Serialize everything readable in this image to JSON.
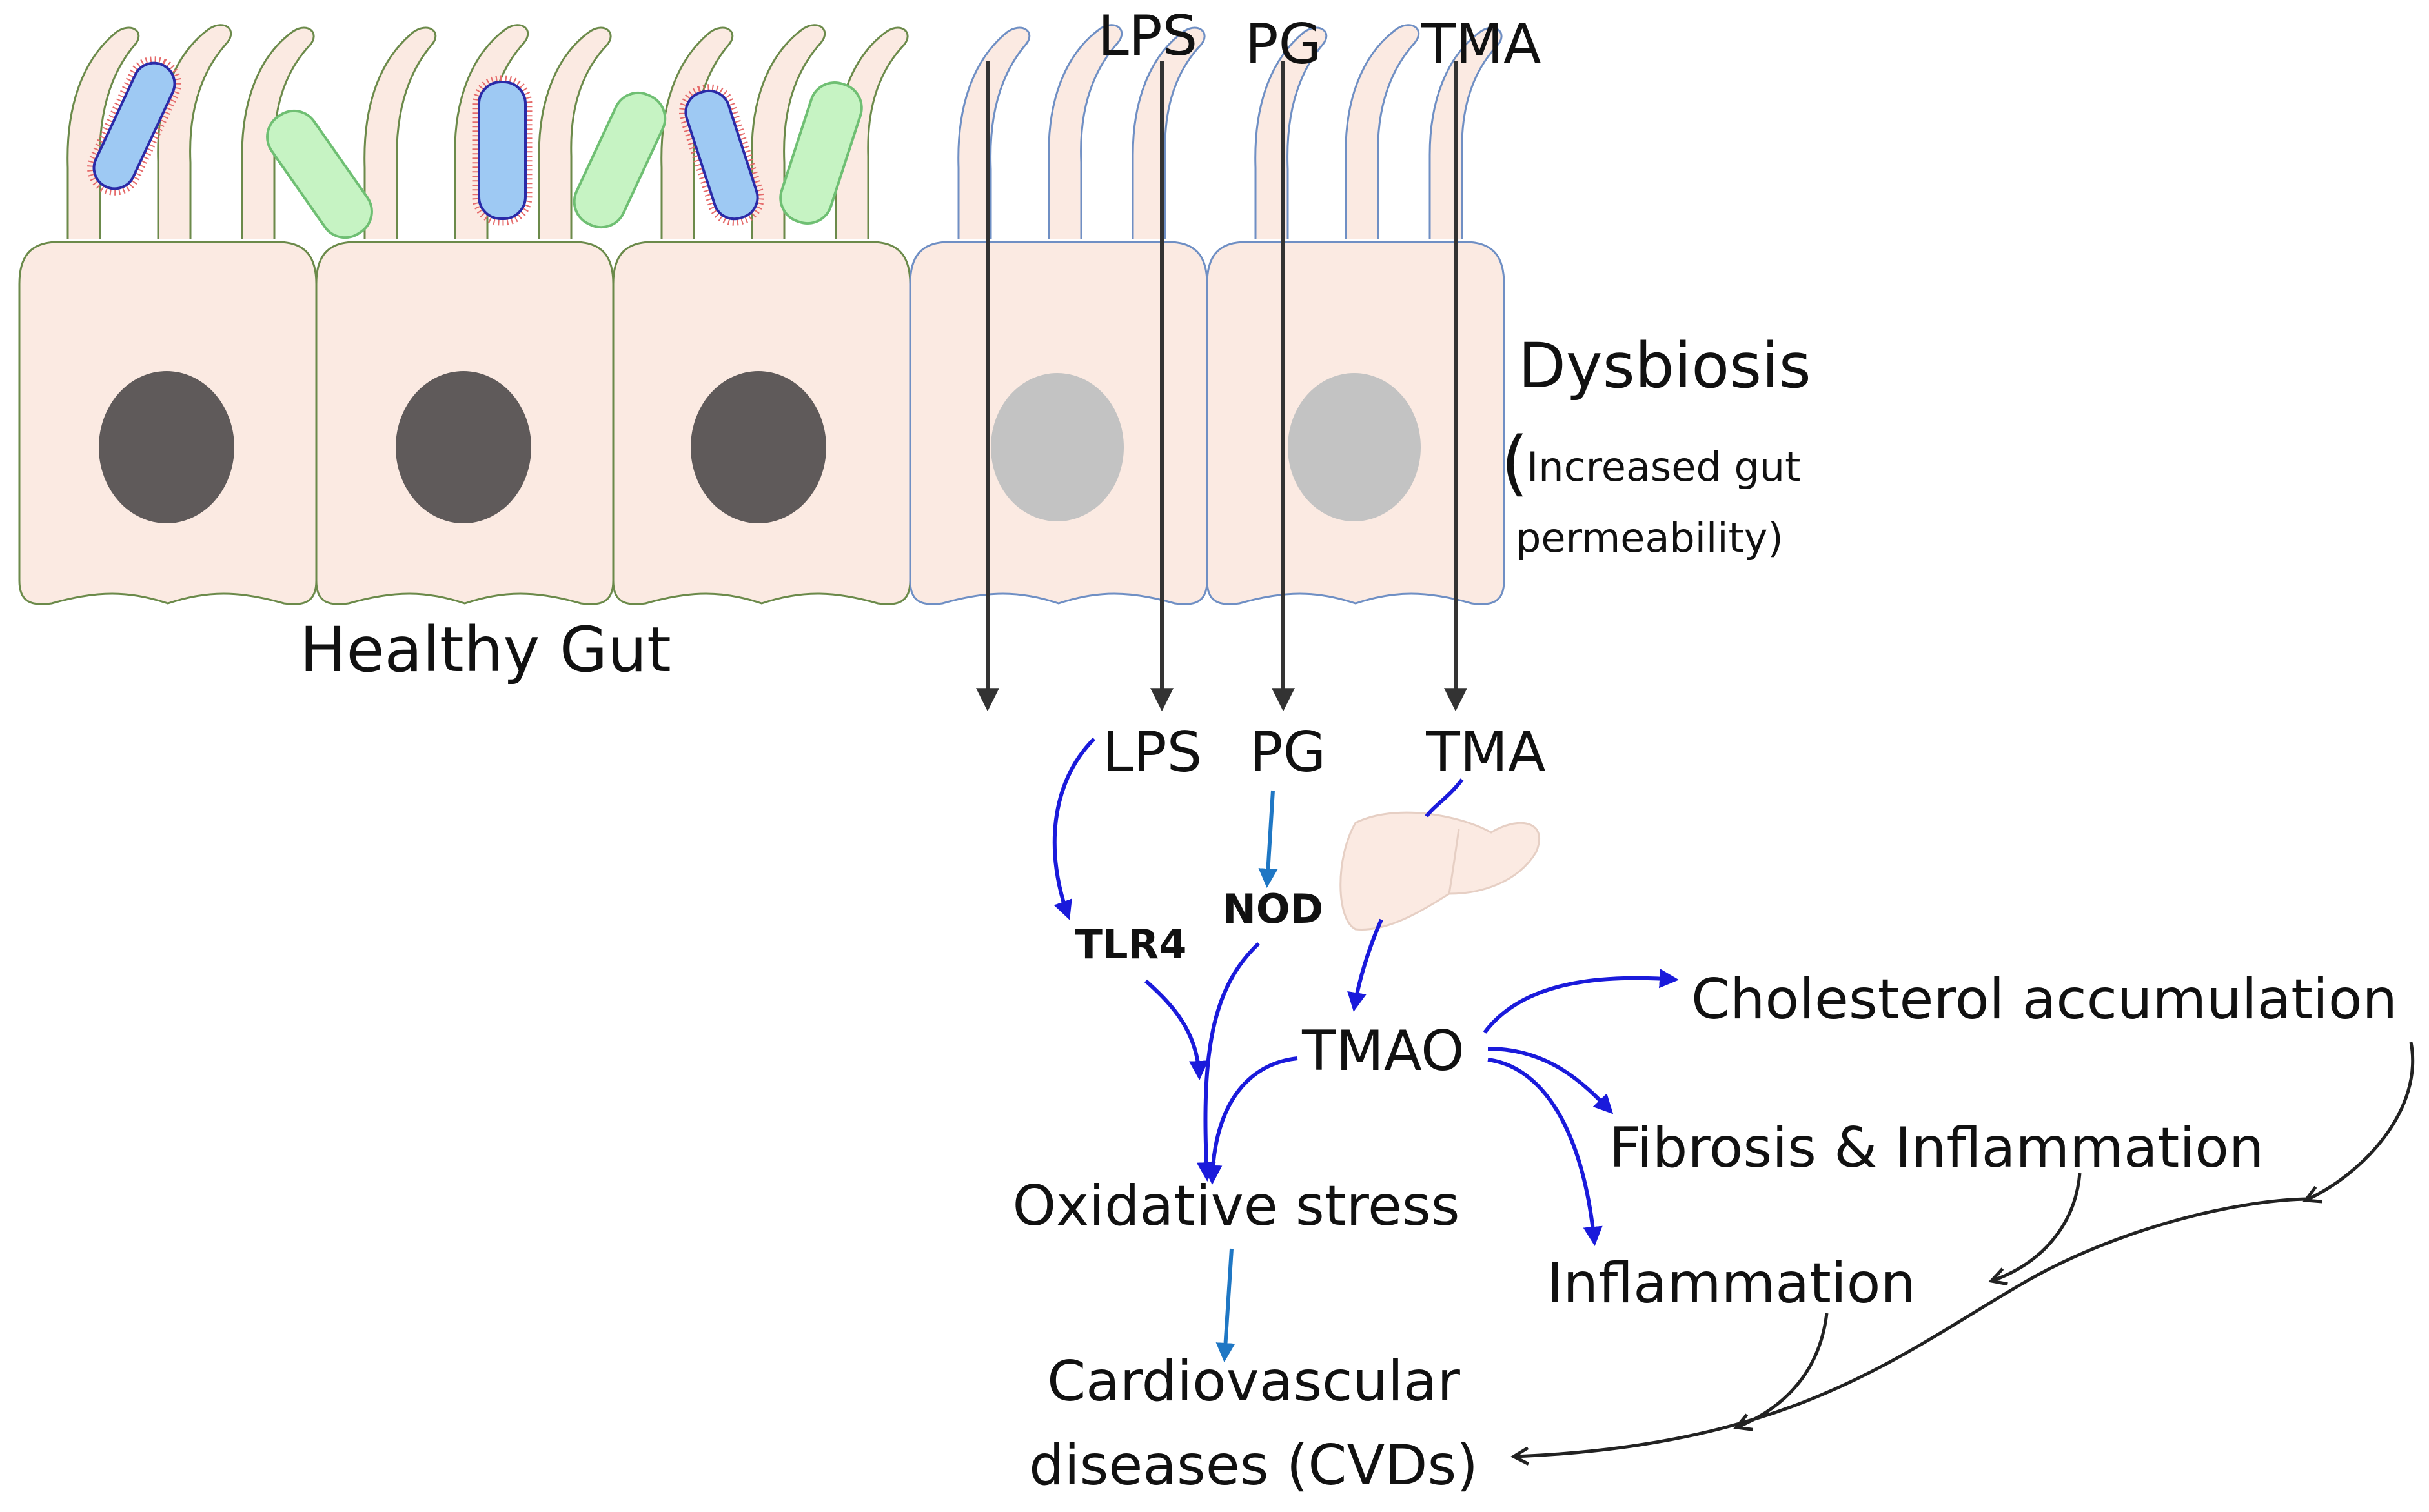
{
  "labels": {
    "healthy_gut": "Healthy Gut",
    "dysbiosis": "Dysbiosis",
    "paren_open": "(",
    "dysbiosis_note_line1": "Increased gut",
    "dysbiosis_note_line2": "permeability)",
    "lps_top": "LPS",
    "pg_top": "PG",
    "tma_top": "TMA",
    "lps": "LPS",
    "pg": "PG",
    "tma": "TMA",
    "tlr4": "TLR4",
    "nod": "NOD",
    "tmao": "TMAO",
    "oxidative_stress": "Oxidative stress",
    "cvd_line1": "Cardiovascular",
    "cvd_line2": "diseases (CVDs)",
    "cholesterol": "Cholesterol accumulation",
    "fibrosis": "Fibrosis & Inflammation",
    "inflammation": "Inflammation"
  },
  "icons": {
    "liver": "liver-icon"
  },
  "colors": {
    "cell_fill": "#fbeae2",
    "healthy_outline": "#6b8a4a",
    "dysbiosis_outline": "#6f8fc4",
    "nucleus_healthy": "#5f5a5a",
    "nucleus_dysbiosis": "#c3c3c3",
    "bacteria_blue": "#9ec9f3",
    "bacteria_green": "#c6f3c3",
    "arrow_blue": "#1a1adb",
    "arrow_teal": "#1f77c4",
    "arrow_dark": "#333333"
  }
}
